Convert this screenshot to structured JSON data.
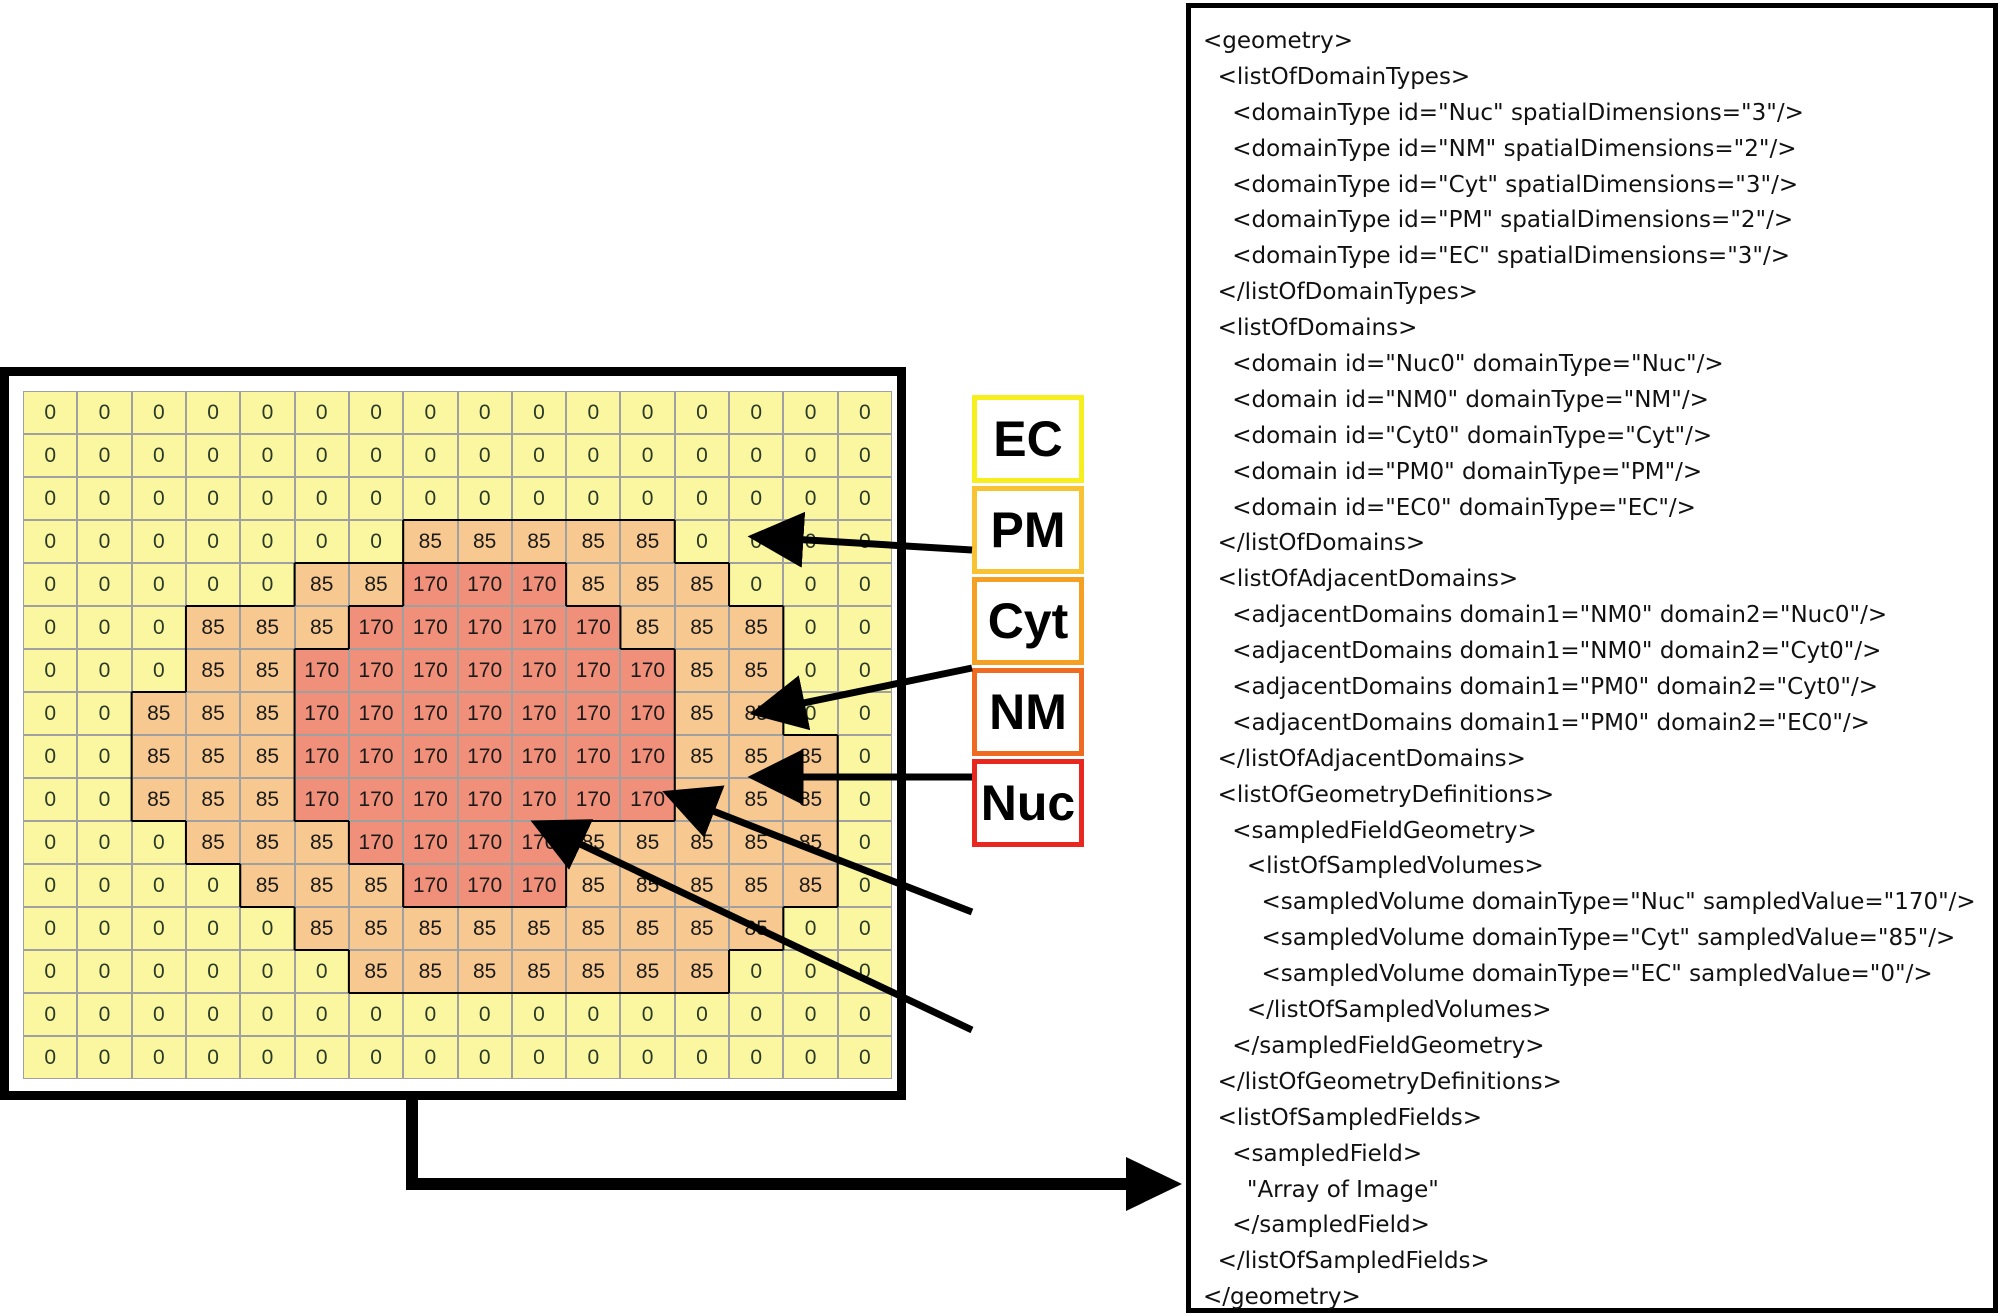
{
  "grid": {
    "rows": [
      [
        0,
        0,
        0,
        0,
        0,
        0,
        0,
        0,
        0,
        0,
        0,
        0,
        0,
        0,
        0,
        0
      ],
      [
        0,
        0,
        0,
        0,
        0,
        0,
        0,
        0,
        0,
        0,
        0,
        0,
        0,
        0,
        0,
        0
      ],
      [
        0,
        0,
        0,
        0,
        0,
        0,
        0,
        0,
        0,
        0,
        0,
        0,
        0,
        0,
        0,
        0
      ],
      [
        0,
        0,
        0,
        0,
        0,
        0,
        0,
        85,
        85,
        85,
        85,
        85,
        0,
        0,
        0,
        0
      ],
      [
        0,
        0,
        0,
        0,
        0,
        85,
        85,
        170,
        170,
        170,
        85,
        85,
        85,
        0,
        0,
        0
      ],
      [
        0,
        0,
        0,
        85,
        85,
        85,
        170,
        170,
        170,
        170,
        170,
        85,
        85,
        85,
        0,
        0
      ],
      [
        0,
        0,
        0,
        85,
        85,
        170,
        170,
        170,
        170,
        170,
        170,
        170,
        85,
        85,
        0,
        0
      ],
      [
        0,
        0,
        85,
        85,
        85,
        170,
        170,
        170,
        170,
        170,
        170,
        170,
        85,
        85,
        0,
        0
      ],
      [
        0,
        0,
        85,
        85,
        85,
        170,
        170,
        170,
        170,
        170,
        170,
        170,
        85,
        85,
        85,
        0
      ],
      [
        0,
        0,
        85,
        85,
        85,
        170,
        170,
        170,
        170,
        170,
        170,
        170,
        85,
        85,
        85,
        0
      ],
      [
        0,
        0,
        0,
        85,
        85,
        85,
        170,
        170,
        170,
        170,
        85,
        85,
        85,
        85,
        85,
        0
      ],
      [
        0,
        0,
        0,
        0,
        85,
        85,
        85,
        170,
        170,
        170,
        85,
        85,
        85,
        85,
        85,
        0
      ],
      [
        0,
        0,
        0,
        0,
        0,
        85,
        85,
        85,
        85,
        85,
        85,
        85,
        85,
        85,
        0,
        0
      ],
      [
        0,
        0,
        0,
        0,
        0,
        0,
        85,
        85,
        85,
        85,
        85,
        85,
        85,
        0,
        0,
        0
      ],
      [
        0,
        0,
        0,
        0,
        0,
        0,
        0,
        0,
        0,
        0,
        0,
        0,
        0,
        0,
        0,
        0
      ],
      [
        0,
        0,
        0,
        0,
        0,
        0,
        0,
        0,
        0,
        0,
        0,
        0,
        0,
        0,
        0,
        0
      ]
    ],
    "colors": {
      "0": "#fbf7a0",
      "85": "#f7c890",
      "170": "#f0907a"
    }
  },
  "labels": [
    {
      "key": "ec",
      "text": "EC",
      "color": "#f7ee1e"
    },
    {
      "key": "pm",
      "text": "PM",
      "color": "#f8c233"
    },
    {
      "key": "cyt",
      "text": "Cyt",
      "color": "#f5a023"
    },
    {
      "key": "nm",
      "text": "NM",
      "color": "#f06b22"
    },
    {
      "key": "nuc",
      "text": "Nuc",
      "color": "#e8271e"
    }
  ],
  "xml_lines": [
    "<geometry>",
    "  <listOfDomainTypes>",
    "    <domainType id=\"Nuc\" spatialDimensions=\"3\"/>",
    "    <domainType id=\"NM\" spatialDimensions=\"2\"/>",
    "    <domainType id=\"Cyt\" spatialDimensions=\"3\"/>",
    "    <domainType id=\"PM\" spatialDimensions=\"2\"/>",
    "    <domainType id=\"EC\" spatialDimensions=\"3\"/>",
    "  </listOfDomainTypes>",
    "  <listOfDomains>",
    "    <domain id=\"Nuc0\" domainType=\"Nuc\"/>",
    "    <domain id=\"NM0\" domainType=\"NM\"/>",
    "    <domain id=\"Cyt0\" domainType=\"Cyt\"/>",
    "    <domain id=\"PM0\" domainType=\"PM\"/>",
    "    <domain id=\"EC0\" domainType=\"EC\"/>",
    "  </listOfDomains>",
    "  <listOfAdjacentDomains>",
    "    <adjacentDomains domain1=\"NM0\" domain2=\"Nuc0\"/>",
    "    <adjacentDomains domain1=\"NM0\" domain2=\"Cyt0\"/>",
    "    <adjacentDomains domain1=\"PM0\" domain2=\"Cyt0\"/>",
    "    <adjacentDomains domain1=\"PM0\" domain2=\"EC0\"/>",
    "  </listOfAdjacentDomains>",
    "  <listOfGeometryDefinitions>",
    "    <sampledFieldGeometry>",
    "      <listOfSampledVolumes>",
    "        <sampledVolume domainType=\"Nuc\" sampledValue=\"170\"/>",
    "        <sampledVolume domainType=\"Cyt\" sampledValue=\"85\"/>",
    "        <sampledVolume domainType=\"EC\" sampledValue=\"0\"/>",
    "      </listOfSampledVolumes>",
    "    </sampledFieldGeometry>",
    "  </listOfGeometryDefinitions>",
    "  <listOfSampledFields>",
    "    <sampledField>",
    "      \"Array of Image\"",
    "    </sampledField>",
    "  </listOfSampledFields>",
    "</geometry>"
  ]
}
